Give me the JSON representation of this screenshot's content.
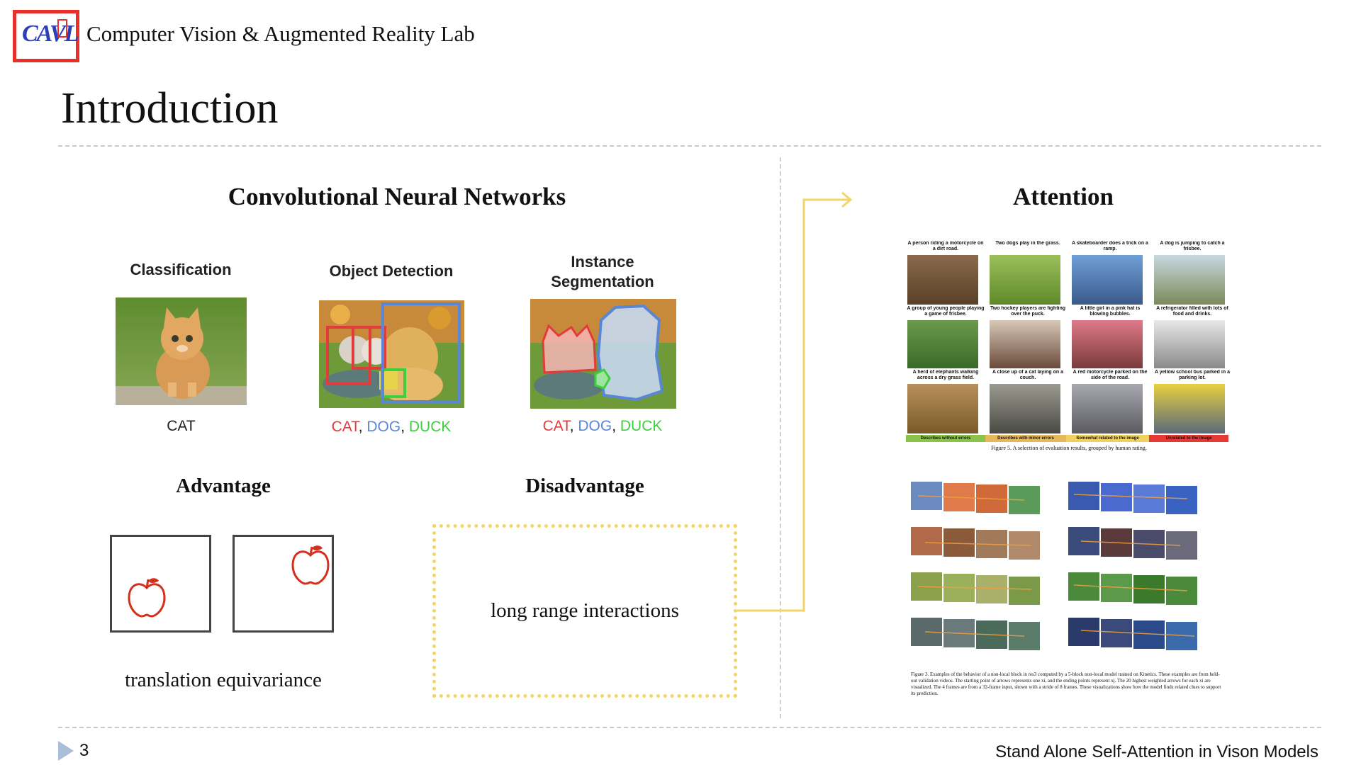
{
  "header": {
    "logo_text": "CAVL",
    "lab_name": "Computer Vision & Augmented Reality Lab"
  },
  "slide": {
    "title": "Introduction",
    "page_number": "3",
    "footer_title": "Stand Alone Self-Attention  in Vison Models"
  },
  "left": {
    "heading": "Convolutional Neural Networks",
    "tasks": [
      {
        "label": "Classification",
        "caption": "CAT"
      },
      {
        "label": "Object Detection",
        "caption_parts": [
          "CAT",
          ", ",
          "DOG",
          ", ",
          "DUCK"
        ]
      },
      {
        "label_line1": "Instance",
        "label_line2": "Segmentation",
        "caption_parts": [
          "CAT",
          ", ",
          "DOG",
          ", ",
          "DUCK"
        ]
      }
    ],
    "advantage": {
      "heading": "Advantage",
      "caption": "translation equivariance"
    },
    "disadvantage": {
      "heading": "Disadvantage",
      "text": "long range interactions"
    }
  },
  "right": {
    "heading": "Attention",
    "fig5": {
      "captions": [
        "A person riding a motorcycle on a dirt road.",
        "Two dogs play in the grass.",
        "A skateboarder does a trick on a ramp.",
        "A dog is jumping to catch a frisbee.",
        "A group of young people playing a game of frisbee.",
        "Two hockey players are fighting over the puck.",
        "A little girl in a pink hat is blowing bubbles.",
        "A refrigerator filled with lots of food and drinks.",
        "A herd of elephants walking across a dry grass field.",
        "A close up of a cat laying on a couch.",
        "A red motorcycle parked on the side of the road.",
        "A yellow school bus parked in a parking lot."
      ],
      "legend": [
        "Describes without errors",
        "Describes with minor errors",
        "Somewhat related to the image",
        "Unrelated to the image"
      ],
      "caption": "Figure 5.  A selection of evaluation results, grouped by human rating."
    },
    "fig3": {
      "caption": "Figure 3. Examples of the behavior of a non-local block in res3 computed by a 5-block non-local model trained on Kinetics. These examples are from held-out validation videos. The starting point of arrows represents one xi, and the ending points represent xj. The 20 highest weighted arrows for each xi are visualized. The 4 frames are from a 32-frame input, shown with a stride of 8 frames. These visualizations show how the model finds related clues to support its prediction."
    }
  },
  "colors": {
    "cat": "#e23b3b",
    "dog": "#5a86d6",
    "duck": "#3ecf3e",
    "arrow": "#f1d56b",
    "logo_red": "#e8302a",
    "logo_blue": "#2a3fb8",
    "legend": [
      "#8bc34a",
      "#e6b85c",
      "#f0d060",
      "#e53935"
    ]
  }
}
